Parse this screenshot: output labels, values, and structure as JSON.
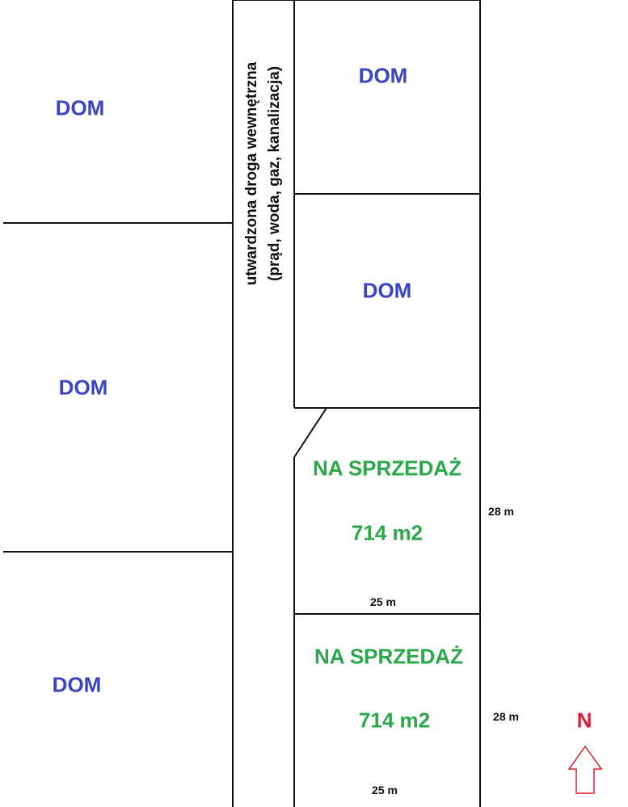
{
  "plots": {
    "left_top": {
      "label": "DOM"
    },
    "left_middle": {
      "label": "DOM"
    },
    "left_bottom": {
      "label": "DOM"
    },
    "right_top": {
      "label": "DOM"
    },
    "right_second": {
      "label": "DOM"
    },
    "sale_1": {
      "title": "NA SPRZEDAŻ",
      "area": "714 m2",
      "width": "25 m",
      "length": "28 m"
    },
    "sale_2": {
      "title": "NA SPRZEDAŻ",
      "area": "714 m2",
      "width": "25 m",
      "length": "28 m"
    }
  },
  "road": {
    "line1": "utwardzona droga wewnętrzna",
    "line2": "(prąd, woda, gaz, kanalizacja)"
  },
  "compass": {
    "label": "N"
  },
  "colors": {
    "house": "#3a44c4",
    "sale": "#2aa84a",
    "north": "#e0182d",
    "lines": "#111111"
  }
}
